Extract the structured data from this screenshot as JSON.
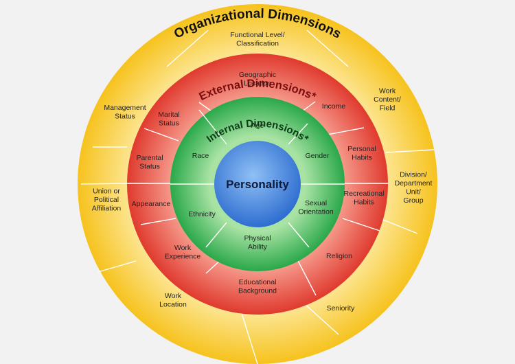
{
  "core": {
    "label": "Personality"
  },
  "rings": {
    "organizational": {
      "title": "Organizational Dimensions",
      "items": [
        {
          "id": "functional-level",
          "lines": [
            "Functional Level/",
            "Classification"
          ]
        },
        {
          "id": "work-content",
          "lines": [
            "Work",
            "Content/",
            "Field"
          ]
        },
        {
          "id": "division",
          "lines": [
            "Division/",
            "Department",
            "Unit/",
            "Group"
          ]
        },
        {
          "id": "seniority",
          "lines": [
            "Seniority"
          ]
        },
        {
          "id": "work-location",
          "lines": [
            "Work",
            "Location"
          ]
        },
        {
          "id": "union",
          "lines": [
            "Union or",
            "Political",
            "Affiliation"
          ]
        },
        {
          "id": "management-status",
          "lines": [
            "Management",
            "Status"
          ]
        }
      ]
    },
    "external": {
      "title": "External Dimensions*",
      "items": [
        {
          "id": "geographic-location",
          "lines": [
            "Geographic",
            "Location"
          ]
        },
        {
          "id": "income",
          "lines": [
            "Income"
          ]
        },
        {
          "id": "personal-habits",
          "lines": [
            "Personal",
            "Habits"
          ]
        },
        {
          "id": "recreational-habits",
          "lines": [
            "Recreational",
            "Habits"
          ]
        },
        {
          "id": "religion",
          "lines": [
            "Religion"
          ]
        },
        {
          "id": "educational-background",
          "lines": [
            "Educational",
            "Background"
          ]
        },
        {
          "id": "work-experience",
          "lines": [
            "Work",
            "Experience"
          ]
        },
        {
          "id": "appearance",
          "lines": [
            "Appearance"
          ]
        },
        {
          "id": "parental-status",
          "lines": [
            "Parental",
            "Status"
          ]
        },
        {
          "id": "marital-status",
          "lines": [
            "Marital",
            "Status"
          ]
        }
      ]
    },
    "internal": {
      "title": "Internal Dimensions*",
      "items": [
        {
          "id": "age",
          "lines": [
            "Age"
          ]
        },
        {
          "id": "gender",
          "lines": [
            "Gender"
          ]
        },
        {
          "id": "sexual-orientation",
          "lines": [
            "Sexual",
            "Orientation"
          ]
        },
        {
          "id": "physical-ability",
          "lines": [
            "Physical",
            "Ability"
          ]
        },
        {
          "id": "ethnicity",
          "lines": [
            "Ethnicity"
          ]
        },
        {
          "id": "race",
          "lines": [
            "Race"
          ]
        }
      ]
    }
  },
  "colors": {
    "outer_ring": "#f6c21d",
    "outer_ring_light": "#fde89a",
    "middle_ring": "#e03a2e",
    "middle_ring_light": "#f59a8c",
    "inner_ring": "#2aa84a",
    "inner_ring_light": "#a9e3a4",
    "core": "#2f6ed0",
    "core_light": "#8fc0f5",
    "divider": "#ffffff"
  }
}
